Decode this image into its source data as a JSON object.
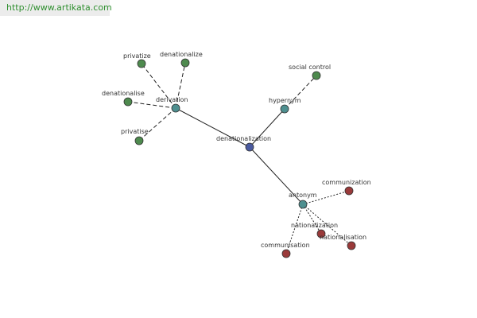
{
  "watermark": "http://www.artikata.com",
  "colors": {
    "center": "#4a5aa0",
    "relation": "#4e8f8f",
    "green": "#4e8a4e",
    "red": "#9a3a3a",
    "edge": "#222222"
  },
  "graph": {
    "center": {
      "id": "c",
      "label": "denationalization",
      "kind": "center"
    },
    "relations": [
      {
        "id": "derivation",
        "label": "derivation",
        "kind": "relation"
      },
      {
        "id": "hypernym",
        "label": "hypernym",
        "kind": "relation"
      },
      {
        "id": "antonym",
        "label": "antonym",
        "kind": "relation"
      }
    ],
    "leaves": [
      {
        "id": "privatize",
        "label": "privatize",
        "parent": "derivation",
        "kind": "green"
      },
      {
        "id": "denationalize",
        "label": "denationalize",
        "parent": "derivation",
        "kind": "green"
      },
      {
        "id": "denationalise",
        "label": "denationalise",
        "parent": "derivation",
        "kind": "green"
      },
      {
        "id": "privatise",
        "label": "privatise",
        "parent": "derivation",
        "kind": "green"
      },
      {
        "id": "social_control",
        "label": "social control",
        "parent": "hypernym",
        "kind": "green"
      },
      {
        "id": "communization",
        "label": "communization",
        "parent": "antonym",
        "kind": "red"
      },
      {
        "id": "nationalization",
        "label": "nationalization",
        "parent": "antonym",
        "kind": "red"
      },
      {
        "id": "nationalisation",
        "label": "nationalisation",
        "parent": "antonym",
        "kind": "red"
      },
      {
        "id": "communisation",
        "label": "communisation",
        "parent": "antonym",
        "kind": "red"
      }
    ]
  }
}
